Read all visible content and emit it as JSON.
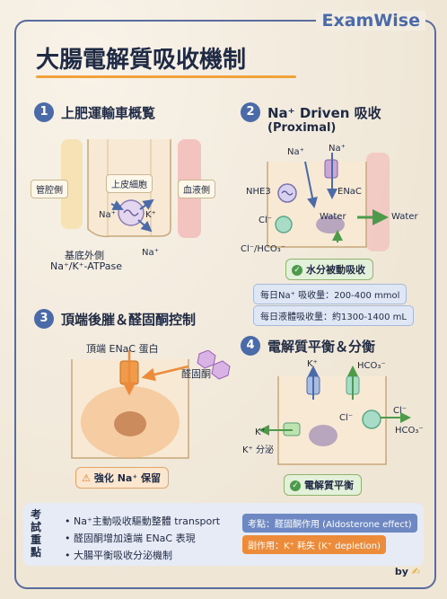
{
  "brand": "ExamWise",
  "title": "大腸電解質吸收機制",
  "sections": [
    {
      "num": "1",
      "title": "上肥運輸車概覧"
    },
    {
      "num": "2",
      "title": "Na⁺ Driven 吸收",
      "subtitle": "(Proximal)"
    },
    {
      "num": "3",
      "title": "頂端後膗＆醛固酮控制"
    },
    {
      "num": "4",
      "title": "電解質平衡＆分衡"
    }
  ],
  "panel1": {
    "lumen": "管腔側",
    "cell": "上皮細胞",
    "blood": "血液側",
    "na_in": "Na⁺",
    "k": "K⁺",
    "na_out": "Na⁺",
    "pump_line1": "基底外側",
    "pump_line2": "Na⁺/K⁺-ATPase"
  },
  "panel2": {
    "na1": "Na⁺",
    "na2": "Na⁺",
    "nhe3": "NHE3",
    "enac": "ENaC",
    "cl": "Cl⁻",
    "water_in": "Water",
    "water_out": "Water",
    "cl_hco3": "Cl⁻/HCO₃⁻",
    "badge": "水分被動吸收"
  },
  "stats": [
    "每日Na⁺ 吸收量：200-400 mmol",
    "每日液體吸收量：約1300-1400 mL"
  ],
  "panel3": {
    "enac_label": "頂端 ENaC 蛋白",
    "aldo_label": "醛固酮",
    "badge": "強化 Na⁺ 保留"
  },
  "panel4": {
    "k_top": "K⁺",
    "hco3_top": "HCO₃⁻",
    "cl_left": "Cl⁻",
    "cl_right": "Cl⁻",
    "hco3_right": "HCO₃⁻",
    "k_left": "K⁺",
    "k_secrete": "K⁺ 分泌",
    "badge": "電解質平衡"
  },
  "summary": {
    "side_label": "考試重點",
    "items": [
      "Na⁺主動吸收驅動整體 transport",
      "醛固酮增加遠端 ENaC 表現",
      "大腸平衡吸收分泌機制"
    ],
    "tag1": "考點：醛固酮作用 (Aldosterone effect)",
    "tag2": "副作用：K⁺ 耗失 (K⁺ depletion)"
  },
  "byline": "by",
  "colors": {
    "accent": "#4b6aa8",
    "orange": "#ec8b3a",
    "green": "#4c9a4a"
  }
}
